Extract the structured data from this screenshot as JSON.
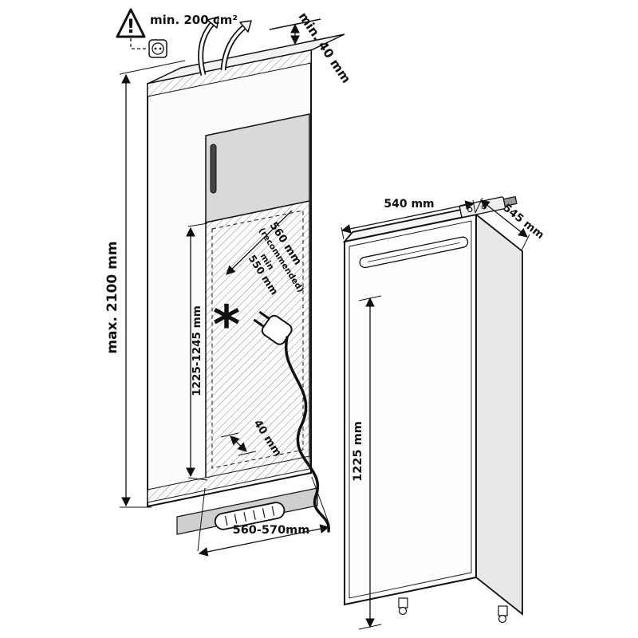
{
  "diagram": {
    "kind": "built-in refrigerator installation drawing",
    "warning": {
      "symbol": "!"
    },
    "labels": {
      "vent_area": "min. 200 cm²",
      "top_clearance": "min. 40 mm",
      "max_height": "max. 2100 mm",
      "niche_height": "1225-1245 mm",
      "depth_recommended_value": "560 mm",
      "depth_recommended_note": "(recommended)",
      "depth_min_word": "min",
      "depth_min_value": "550 mm",
      "bottom_clearance": "40 mm",
      "niche_width": "560-570mm",
      "appliance_width": "540 mm",
      "appliance_depth": "545 mm",
      "appliance_height": "1225 mm",
      "footnote_mark": "*"
    },
    "colors": {
      "line": "#111111",
      "panel_gray": "#d9d9d9",
      "side_gray": "#e8e8e8",
      "background": "#ffffff"
    }
  }
}
